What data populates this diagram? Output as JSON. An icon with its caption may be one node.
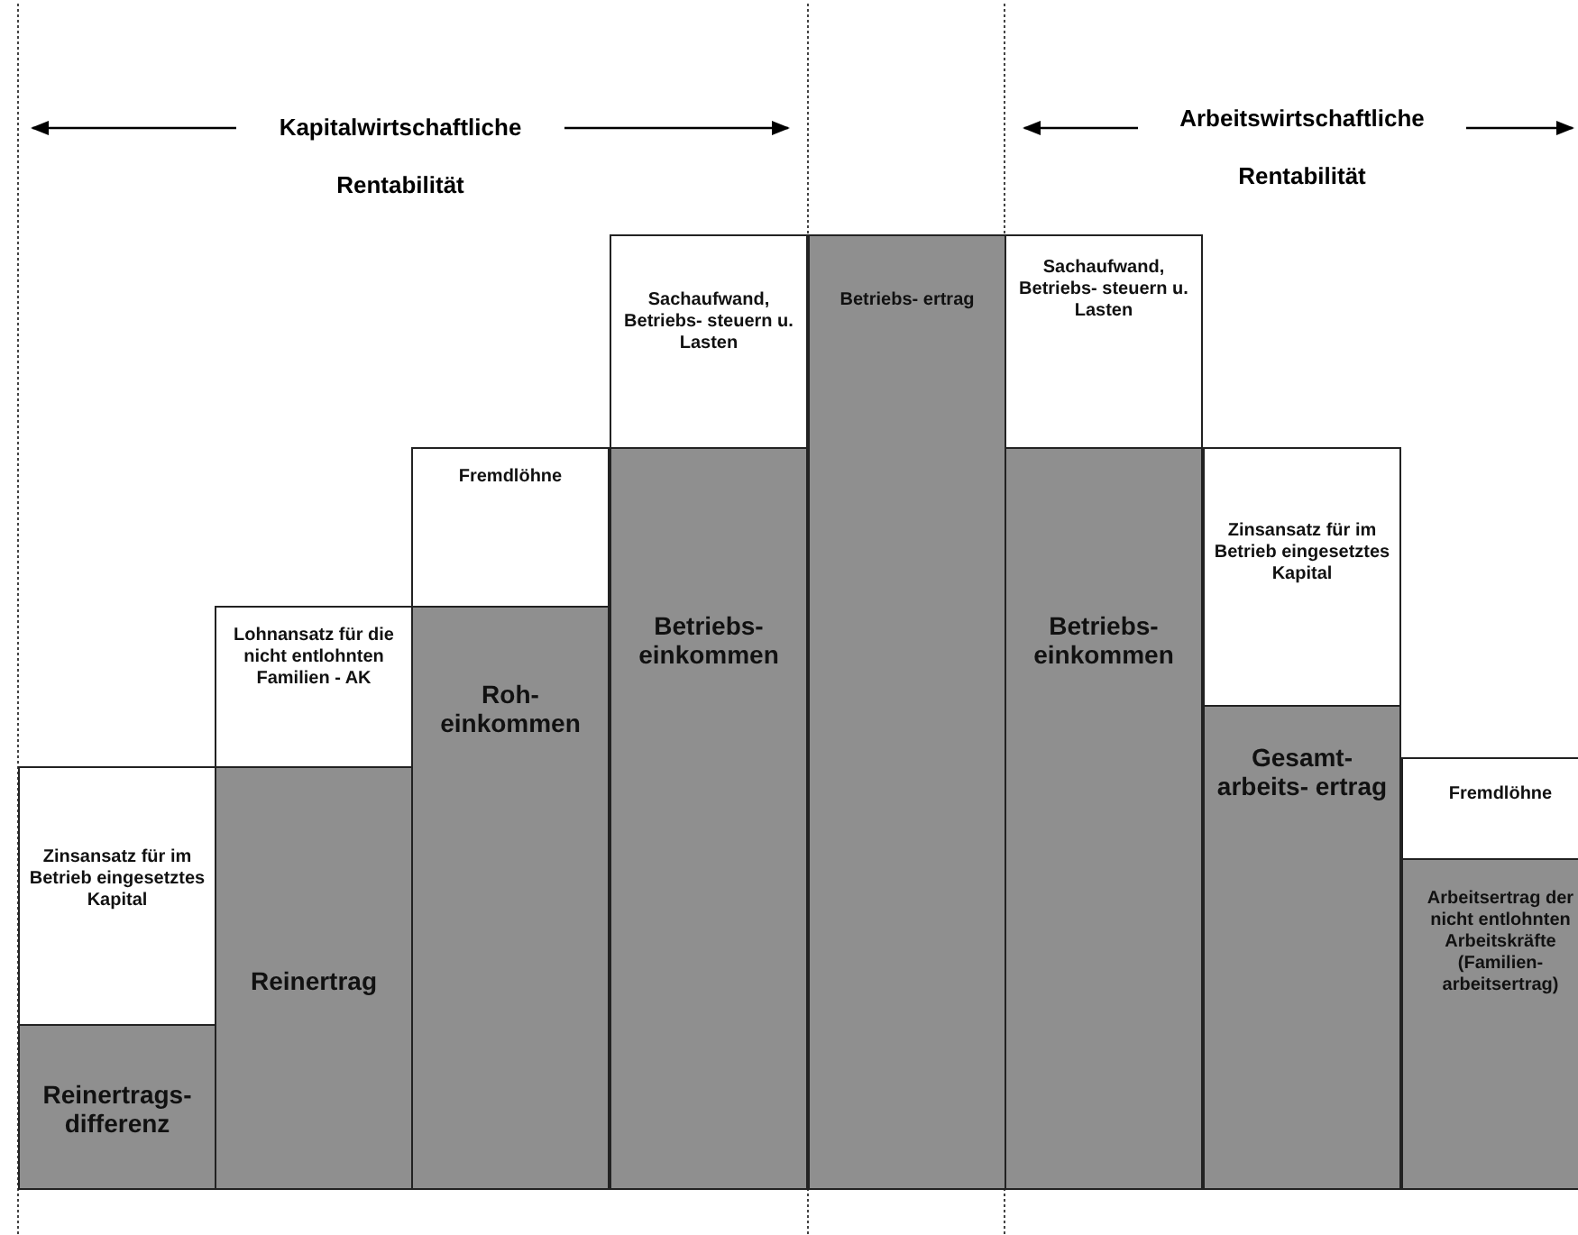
{
  "diagram": {
    "nodes": [
      {
        "text": [
          "Zinsansatz für im Betrieb eingesetztes Kapital"
        ]
      },
      {
        "text": [
          "Reinertrags- differenz"
        ]
      },
      {
        "text": [
          "Lohnansatz für die nicht entlohnten Familien - AK"
        ]
      },
      {
        "text": [
          "Reinertrag"
        ]
      },
      {
        "text": [
          "Fremdlöhne"
        ]
      },
      {
        "text": [
          "Roh- einkommen"
        ]
      },
      {
        "text": [
          "Sachaufwand, Betriebs- steuern u. Lasten"
        ]
      },
      {
        "text": [
          "Betriebs- einkommen"
        ]
      },
      {
        "text": [
          "Betriebs- ertrag"
        ]
      },
      {
        "text": [
          "Sachaufwand, Betriebs- steuern u. Lasten"
        ]
      },
      {
        "text": [
          "Betriebs- einkommen"
        ]
      },
      {
        "text": [
          "Zinsansatz für im Betrieb eingesetztes Kapital"
        ]
      },
      {
        "text": [
          "Gesamt- arbeits- ertrag"
        ]
      },
      {
        "text": [
          "Fremdlöhne"
        ]
      },
      {
        "text": [
          "Arbeitsertrag der nicht entlohnten Arbeitskräfte (Familien- arbeitsertrag)"
        ]
      }
    ],
    "edges": [],
    "labels": [
      "Kapitalwirtschaftliche Rentabilität",
      "Arbeitswirtschaftliche Rentabilität"
    ]
  }
}
